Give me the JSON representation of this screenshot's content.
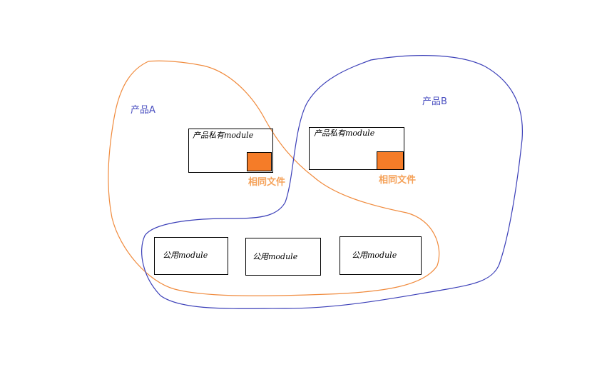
{
  "product_a": {
    "label": "产品A",
    "private_module_label": "产品私有module",
    "shared_file_label": "相同文件"
  },
  "product_b": {
    "label": "产品B",
    "private_module_label": "产品私有module",
    "shared_file_label": "相同文件"
  },
  "common_modules": [
    {
      "label": "公用module"
    },
    {
      "label": "公用module"
    },
    {
      "label": "公用module"
    }
  ],
  "colors": {
    "product_a_outline": "#f08a3c",
    "product_b_outline": "#3b3fb8",
    "product_a_label": "#4a4fc0",
    "product_b_label": "#4a4fc0",
    "shared_file_fill": "#f57c28",
    "shared_file_label": "#f5a25a",
    "box_stroke": "#000000"
  }
}
